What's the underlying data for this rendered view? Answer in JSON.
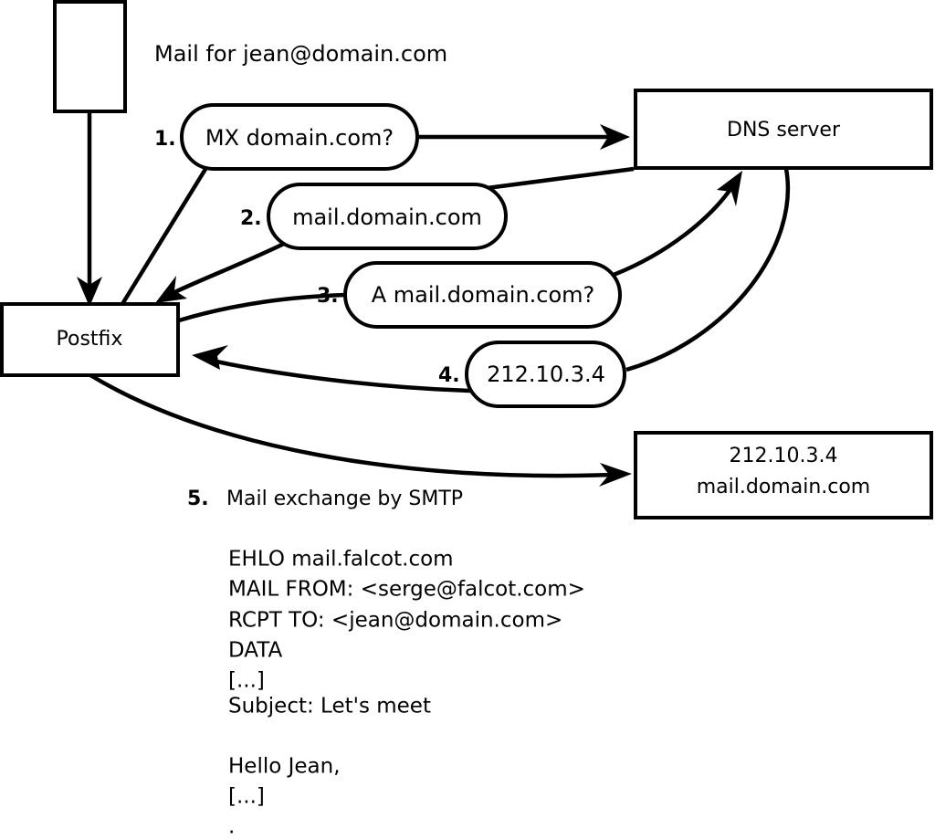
{
  "diagram": {
    "headline": "Mail for jean@domain.com",
    "nodes": {
      "client_box": {
        "label": ""
      },
      "postfix": {
        "label": "Postfix"
      },
      "dns_server": {
        "label": "DNS server"
      },
      "mail_server": {
        "line1": "212.10.3.4",
        "line2": "mail.domain.com"
      }
    },
    "steps": [
      {
        "num": "1.",
        "label": "MX domain.com?"
      },
      {
        "num": "2.",
        "label": "mail.domain.com"
      },
      {
        "num": "3.",
        "label": "A mail.domain.com?"
      },
      {
        "num": "4.",
        "label": "212.10.3.4"
      }
    ],
    "step5": {
      "num": "5.",
      "label": "Mail exchange by SMTP"
    },
    "transcript": [
      "EHLO mail.falcot.com",
      "MAIL FROM: <serge@falcot.com>",
      "RCPT TO: <jean@domain.com>",
      "DATA",
      "[...]",
      "Subject: Let's meet",
      "",
      "Hello Jean,",
      "[...]",
      "."
    ],
    "colors": {
      "stroke": "#000000",
      "fill": "#ffffff",
      "text": "#000000"
    }
  }
}
